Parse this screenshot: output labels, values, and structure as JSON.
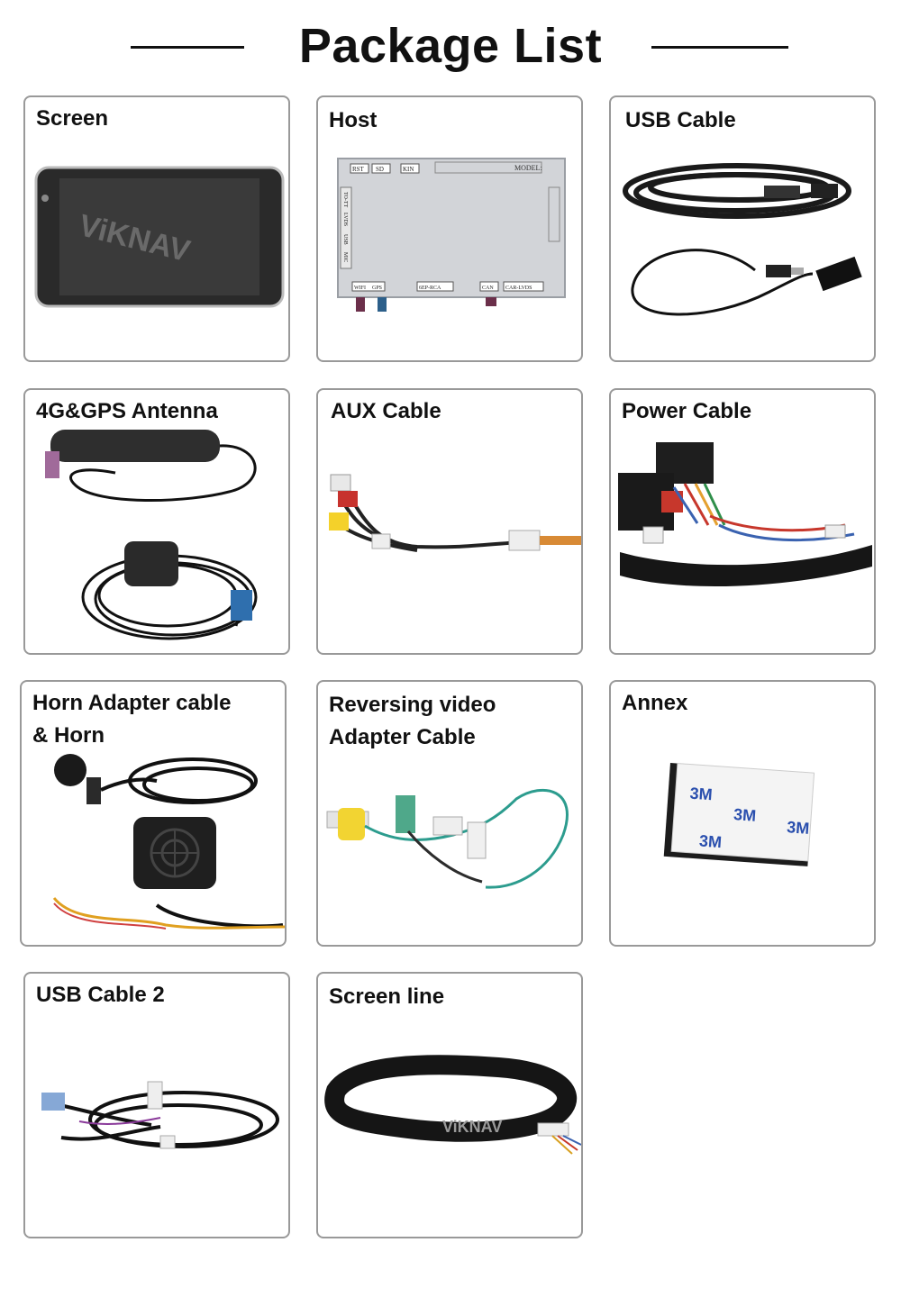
{
  "title": "Package List",
  "items": [
    {
      "label": "Screen",
      "icon": "tablet-screen-image"
    },
    {
      "label": "Host",
      "icon": "host-box-image"
    },
    {
      "label": "USB Cable",
      "icon": "usb-cable-image"
    },
    {
      "label": "4G&GPS Antenna",
      "icon": "antenna-image"
    },
    {
      "label": "AUX Cable",
      "icon": "aux-cable-image"
    },
    {
      "label": "Power Cable",
      "icon": "power-harness-image"
    },
    {
      "label": "Horn Adapter cable\n& Horn",
      "icon": "horn-adapter-image"
    },
    {
      "label": "Reversing video\nAdapter Cable",
      "icon": "reversing-cable-image"
    },
    {
      "label": "Annex",
      "icon": "tape-pad-image"
    },
    {
      "label": "USB Cable 2",
      "icon": "usb-cable-2-image"
    },
    {
      "label": "Screen line",
      "icon": "screen-line-image"
    }
  ],
  "host_ports": {
    "top": [
      "RST",
      "SD",
      "KIN"
    ],
    "model": "MODEL:",
    "left": [
      "TO-TT",
      "LVDS",
      "USB",
      "MIC"
    ],
    "bottom": [
      "WIFI",
      "GPS",
      "6EP-RCA",
      "CAN",
      "CAR-LVDS"
    ]
  },
  "brand_watermark": "ViKNAV",
  "tape_text": [
    "3M",
    "3M",
    "3M",
    "3M"
  ],
  "colors": {
    "accent": "#111111",
    "border": "#999999"
  }
}
